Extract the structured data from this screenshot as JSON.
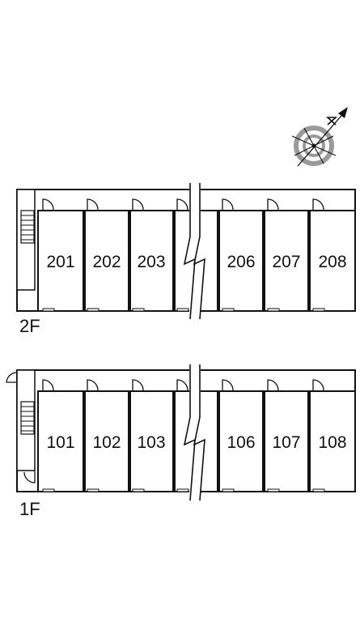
{
  "floors": [
    {
      "label": "2F",
      "units": [
        "201",
        "202",
        "203",
        "",
        "206",
        "207",
        "208"
      ]
    },
    {
      "label": "1F",
      "units": [
        "101",
        "102",
        "103",
        "",
        "106",
        "107",
        "108"
      ]
    }
  ],
  "icons": {
    "compass": "north-arrow-compass-icon",
    "stairs": "stairs-icon",
    "door": "door-swing-icon",
    "break": "break-line-icon"
  },
  "colors": {
    "line": "#111111",
    "background": "#ffffff",
    "corridor": "#ffffff",
    "compass_ring": "#9a9a9a"
  }
}
